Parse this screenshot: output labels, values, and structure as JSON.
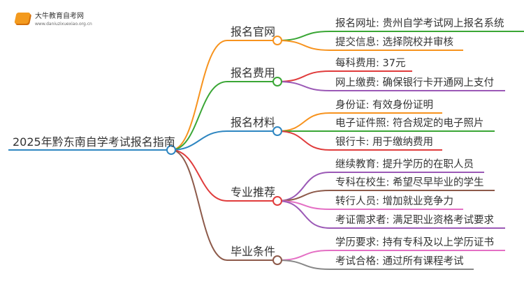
{
  "logo": {
    "title": "大牛教育自考网",
    "url": "www.daniuzixuexiao.org.cn"
  },
  "root": {
    "label": "2025年黔东南自学考试报名指南",
    "color": "#2e86c1"
  },
  "branches": [
    {
      "label": "报名官网",
      "color": "#f7931e",
      "leaves": [
        {
          "label": "报名网址: 贵州自学考试网上报名系统",
          "color": "#3aa635"
        },
        {
          "label": "提交信息: 选择院校并审核",
          "color": "#f7931e"
        }
      ]
    },
    {
      "label": "报名费用",
      "color": "#3aa635",
      "leaves": [
        {
          "label": "每科费用: 37元",
          "color": "#e03c3c"
        },
        {
          "label": "网上缴费: 确保银行卡开通网上支付",
          "color": "#9b59b6"
        }
      ]
    },
    {
      "label": "报名材料",
      "color": "#2e86c1",
      "leaves": [
        {
          "label": "身份证: 有效身份证明",
          "color": "#f7931e"
        },
        {
          "label": "电子证件照: 符合规定的电子照片",
          "color": "#3aa635"
        },
        {
          "label": "银行卡: 用于缴纳费用",
          "color": "#e03c3c"
        }
      ]
    },
    {
      "label": "专业推荐",
      "color": "#e03c3c",
      "leaves": [
        {
          "label": "继续教育: 提升学历的在职人员",
          "color": "#9b59b6"
        },
        {
          "label": "专科在校生: 希望尽早毕业的学生",
          "color": "#8d5a4a"
        },
        {
          "label": "转行人员: 增加就业竞争力",
          "color": "#e46fc4"
        },
        {
          "label": "考证需求者: 满足职业资格考试要求",
          "color": "#9b59b6"
        }
      ]
    },
    {
      "label": "毕业条件",
      "color": "#8d5a4a",
      "leaves": [
        {
          "label": "学历要求: 持有专科及以上学历证书",
          "color": "#e46fc4"
        },
        {
          "label": "考试合格: 通过所有课程考试",
          "color": "#888888"
        }
      ]
    }
  ]
}
